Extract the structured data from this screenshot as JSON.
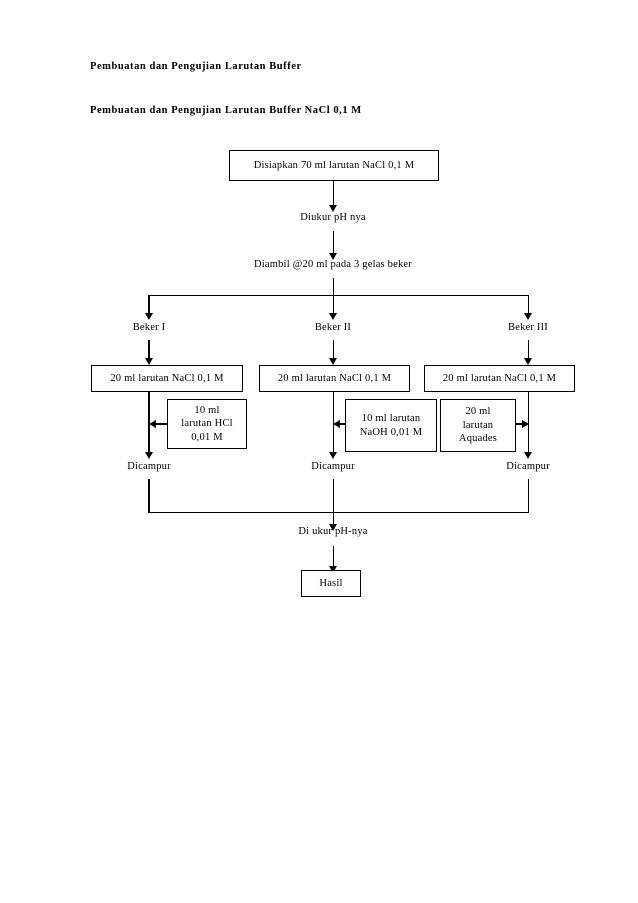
{
  "document": {
    "heading_main": "Pembuatan dan Pengujian Larutan Buffer",
    "heading_sub": "Pembuatan dan Pengujian Larutan Buffer NaCl 0,1 M"
  },
  "flowchart": {
    "type": "flowchart",
    "title": "Pembuatan dan Pengujian Larutan Buffer NaCl 0,1 M",
    "start_box": "Disiapkan  70 ml larutan  NaCl 0,1 M",
    "step_measure_ph": "Diukur  pH nya",
    "step_split": "Diambil  @20 ml pada 3 gelas beker",
    "beaker_labels": {
      "one": "Beker I",
      "two": "Beker II",
      "three": "Beker III"
    },
    "beaker_boxes": {
      "one": "20 ml larutan  NaCl 0,1 M",
      "two": "20 ml larutan  NaCl 0,1 M",
      "three": "20 ml larutan  NaCl 0,1 M"
    },
    "reagents": {
      "hcl": [
        "10 ml",
        "larutan  HCl",
        "0,01 M"
      ],
      "naoh": [
        "10 ml larutan",
        "NaOH 0,01 M"
      ],
      "aquades": [
        "20 ml",
        "larutan",
        "Aquades"
      ]
    },
    "mix_labels": {
      "one": "Dicampur",
      "two": "Dicampur",
      "three": "Dicampur"
    },
    "step_final_ph": "Di ukur pH-nya",
    "result_box": "Hasil"
  }
}
